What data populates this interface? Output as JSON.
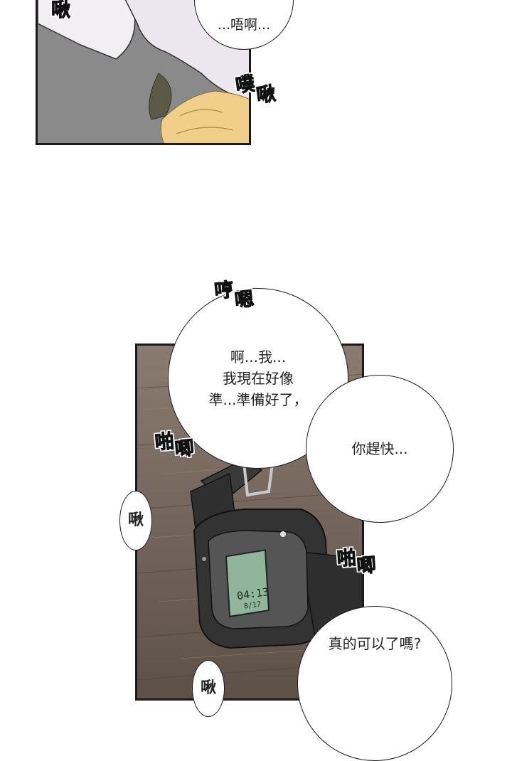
{
  "panel_top": {
    "sfx_left": "啾",
    "bubble_text": "...唔啊...",
    "sfx_right": [
      "噗",
      "啾"
    ]
  },
  "panel_bottom": {
    "sfx_top": [
      "哼",
      "嗯"
    ],
    "bubble_main_lines": [
      "啊...我...",
      "我現在好像",
      "準...準備好了，"
    ],
    "bubble_side": "你趕快...",
    "sfx_left_1": [
      "啪",
      "唧"
    ],
    "sfx_left_2": "啾",
    "sfx_right": [
      "啪",
      "唧"
    ],
    "sfx_bottom": "啾",
    "bubble_bottom": "真的可以了嗎?",
    "watch_time": "04:13",
    "watch_date": "8/17"
  }
}
